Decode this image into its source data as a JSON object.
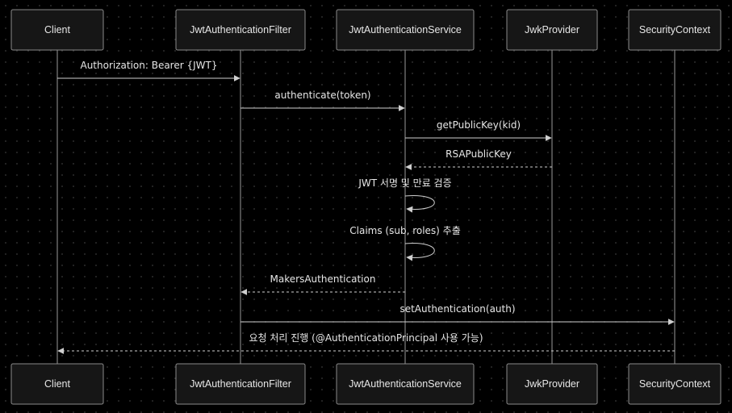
{
  "participants": [
    {
      "id": "client",
      "label": "Client"
    },
    {
      "id": "filter",
      "label": "JwtAuthenticationFilter"
    },
    {
      "id": "service",
      "label": "JwtAuthenticationService"
    },
    {
      "id": "jwk",
      "label": "JwkProvider"
    },
    {
      "id": "context",
      "label": "SecurityContext"
    }
  ],
  "messages": [
    {
      "from": "client",
      "to": "filter",
      "label": "Authorization: Bearer {JWT}",
      "style": "solid"
    },
    {
      "from": "filter",
      "to": "service",
      "label": "authenticate(token)",
      "style": "solid"
    },
    {
      "from": "service",
      "to": "jwk",
      "label": "getPublicKey(kid)",
      "style": "solid"
    },
    {
      "from": "jwk",
      "to": "service",
      "label": "RSAPublicKey",
      "style": "dashed"
    },
    {
      "from": "service",
      "to": "service",
      "label": "JWT 서명 및 만료 검증",
      "style": "self"
    },
    {
      "from": "service",
      "to": "service",
      "label": "Claims (sub, roles) 추출",
      "style": "self"
    },
    {
      "from": "service",
      "to": "filter",
      "label": "MakersAuthentication",
      "style": "dashed"
    },
    {
      "from": "filter",
      "to": "context",
      "label": "setAuthentication(auth)",
      "style": "solid"
    },
    {
      "from": "context",
      "to": "client",
      "label": "요청 처리 진행 (@AuthenticationPrincipal 사용 가능)",
      "style": "dashed"
    }
  ]
}
